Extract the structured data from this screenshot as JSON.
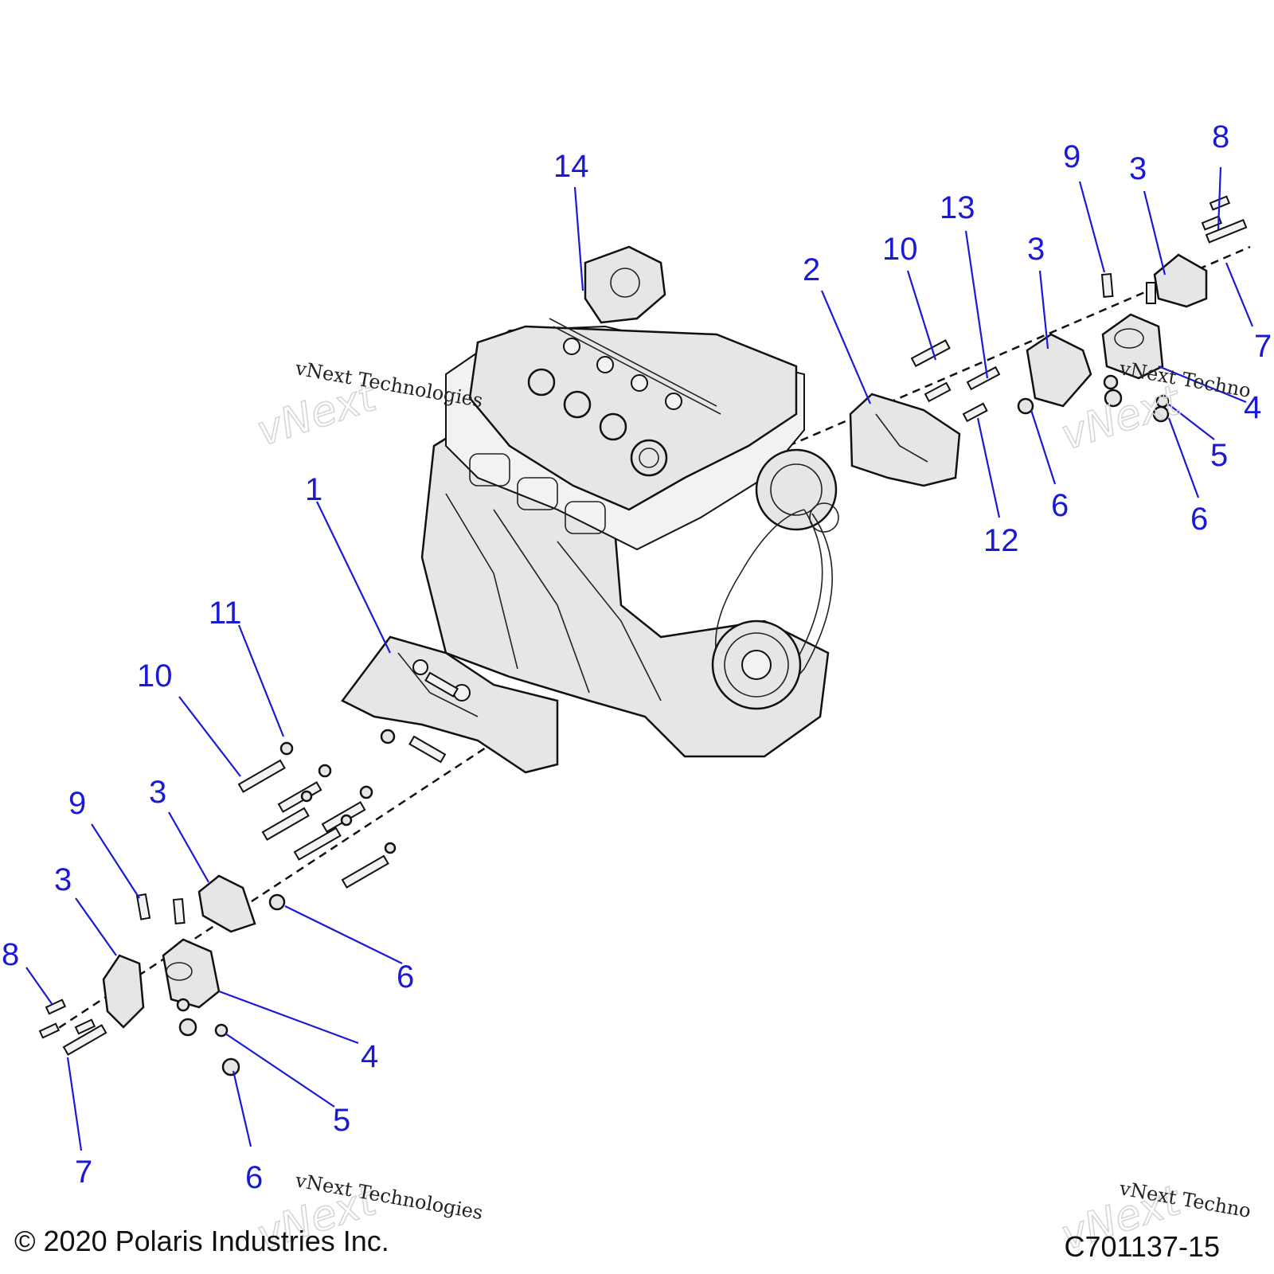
{
  "diagram": {
    "callouts": [
      "14",
      "2",
      "10",
      "13",
      "3",
      "9",
      "3",
      "8",
      "7",
      "4",
      "5",
      "6",
      "6",
      "12",
      "1",
      "11",
      "10",
      "9",
      "3",
      "3",
      "8",
      "6",
      "4",
      "5",
      "7",
      "6"
    ]
  },
  "footer": {
    "copyright": "© 2020 Polaris Industries Inc.",
    "figure_code": "C701137-15"
  }
}
